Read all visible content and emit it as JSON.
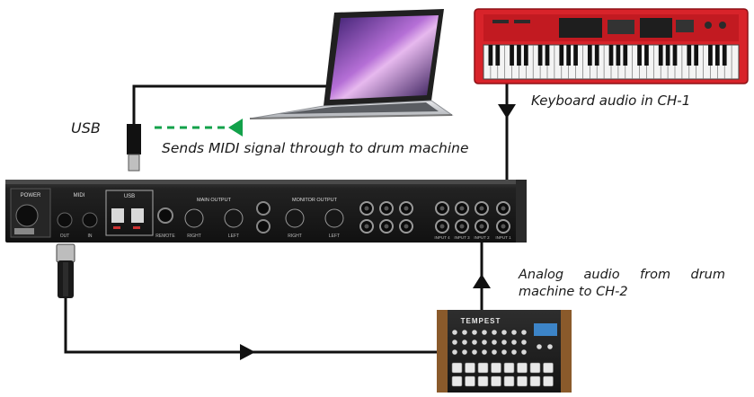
{
  "labels": {
    "usb": "USB",
    "midi_signal": "Sends MIDI signal through to drum machine",
    "keyboard_audio": "Keyboard audio in CH-1",
    "drum_audio_line1": "Analog audio from drum",
    "drum_audio_line2": "machine to CH-2"
  },
  "interface_panel": {
    "power": "POWER",
    "midi": "MIDI",
    "usb": "USB",
    "main_output": "MAIN OUTPUT",
    "monitor_output": "MONITOR OUTPUT",
    "out": "OUT",
    "in": "IN",
    "right": "RIGHT",
    "left": "LEFT",
    "remote": "REMOTE",
    "inputs": [
      "INPUT 4",
      "INPUT 3",
      "INPUT 2",
      "INPUT 1"
    ]
  },
  "drum_machine": {
    "brand": "TEMPEST"
  },
  "colors": {
    "cable": "#111111",
    "midi_arrow": "#12a14a",
    "keyboard_red": "#d8232a",
    "panel": "#1c1c1c"
  }
}
